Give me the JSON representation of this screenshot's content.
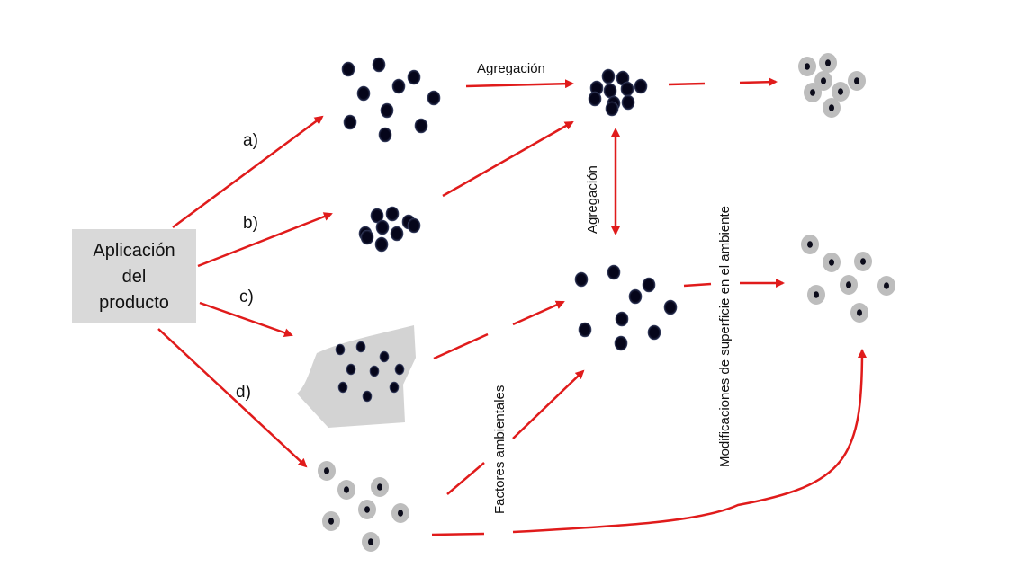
{
  "source_box": {
    "line1": "Aplicación",
    "line2": "del",
    "line3": "producto"
  },
  "branches": {
    "a": "a)",
    "b": "b)",
    "c": "c)",
    "d": "d)"
  },
  "labels": {
    "aggregation_top": "Agregación",
    "aggregation_vertical": "Agregación",
    "environmental_factors": "Factores ambientales",
    "surface_modifications": "Modificaciones de superficie en el ambiente"
  },
  "colors": {
    "arrow": "#e01b1b",
    "particle_dark": "#0b0b1a",
    "particle_coated": "#bdbdbd",
    "box_fill": "#d9d9d9",
    "matrix_fill": "#d3d3d3"
  }
}
